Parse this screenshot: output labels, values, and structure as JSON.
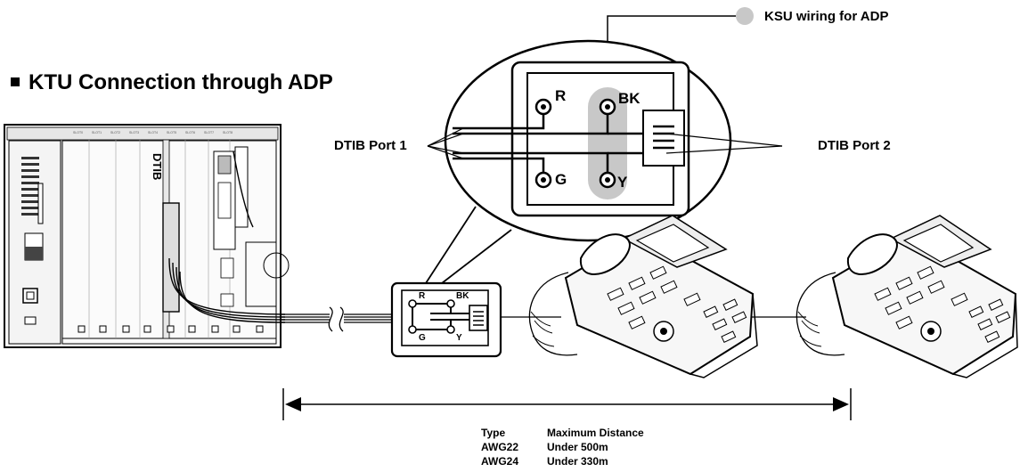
{
  "title": "KTU Connection through ADP",
  "callout": {
    "label": "KSU wiring for ADP"
  },
  "ports": {
    "left_label": "DTIB Port 1",
    "right_label": "DTIB Port 2"
  },
  "ksu": {
    "card_label": "DTIB",
    "slot_labels": [
      "SLOT0",
      "SLOT1",
      "SLOT2",
      "SLOT3",
      "SLOT4",
      "SLOT5",
      "SLOT6",
      "SLOT7",
      "SLOT8"
    ]
  },
  "terminals": {
    "r": "R",
    "bk": "BK",
    "g": "G",
    "y": "Y"
  },
  "cable_table": {
    "headers": [
      "Type",
      "Maximum Distance"
    ],
    "rows": [
      [
        "AWG22",
        "Under 500m"
      ],
      [
        "AWG24",
        "Under 330m"
      ]
    ]
  },
  "colors": {
    "line": "#000000",
    "callout_fill": "#c8c8c8",
    "body_fill": "#f2f2f2"
  }
}
